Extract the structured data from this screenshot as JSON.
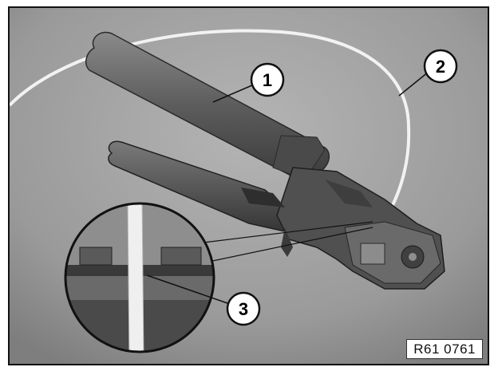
{
  "figure": {
    "reference_code": "R61 0761",
    "callouts": [
      "1",
      "2",
      "3"
    ],
    "colors": {
      "background": "#9c9c9c",
      "frame": "#111111",
      "callout_fill": "#ffffff",
      "cable": "#f2f2f2"
    }
  }
}
